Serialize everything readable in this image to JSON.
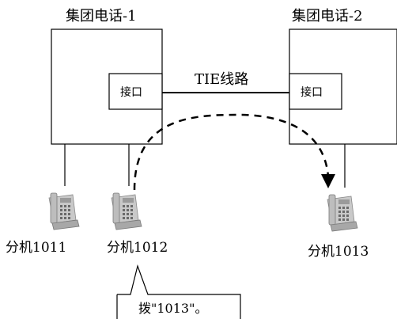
{
  "pbx1": {
    "title": "集团电话-1",
    "interface_label": "接口"
  },
  "pbx2": {
    "title": "集团电话-2",
    "interface_label": "接口"
  },
  "tie_line_label": "TIE线路",
  "extensions": [
    {
      "label": "分机1011"
    },
    {
      "label": "分机1012"
    },
    {
      "label": "分机1013"
    }
  ],
  "callout": {
    "text": "拨\"1013\"。"
  },
  "colors": {
    "line": "#000000",
    "phone_body": "#c9c9c9",
    "phone_dark": "#8a8a8a"
  },
  "icons": {
    "phone": "desk-phone-icon",
    "arrow": "dashed-arrow"
  }
}
